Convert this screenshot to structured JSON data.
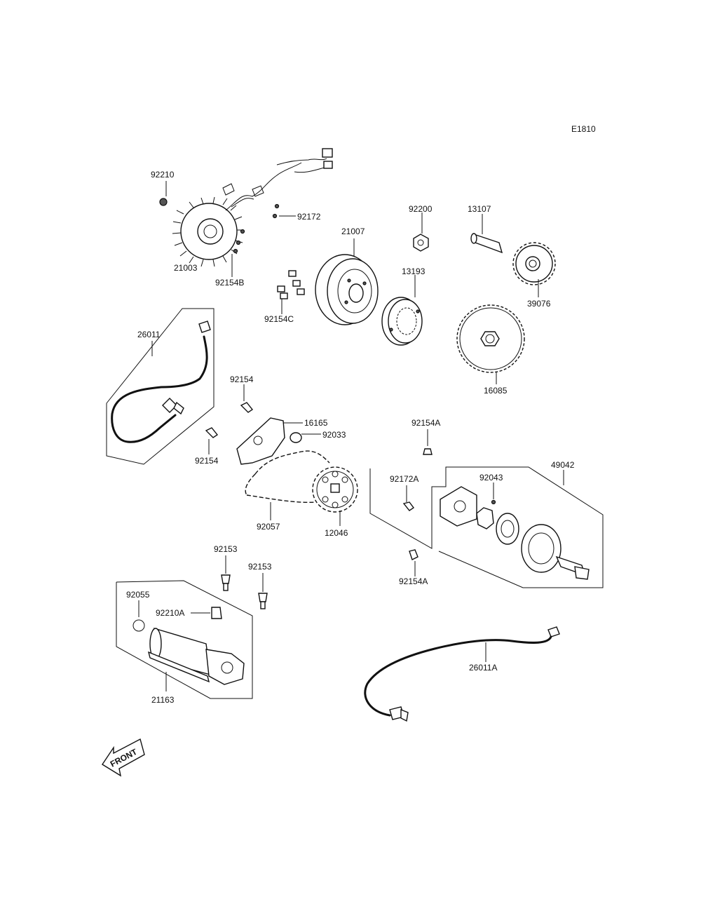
{
  "diagram": {
    "code": "E1810",
    "front_label": "FRONT",
    "parts": {
      "p92210": "92210",
      "p92172": "92172",
      "p21003": "21003",
      "p92154B": "92154B",
      "p21007": "21007",
      "p92200": "92200",
      "p13107": "13107",
      "p13193": "13193",
      "p39076": "39076",
      "p92154C": "92154C",
      "p26011": "26011",
      "p16085": "16085",
      "p92154_top": "92154",
      "p16165": "16165",
      "p92033": "92033",
      "p92154_left": "92154",
      "p92154A_top": "92154A",
      "p49042": "49042",
      "p92172A": "92172A",
      "p92043": "92043",
      "p92057": "92057",
      "p12046": "12046",
      "p92154A_bottom": "92154A",
      "p92153_a": "92153",
      "p92153_b": "92153",
      "p92055": "92055",
      "p92210A": "92210A",
      "p26011A": "26011A",
      "p21163": "21163"
    }
  }
}
